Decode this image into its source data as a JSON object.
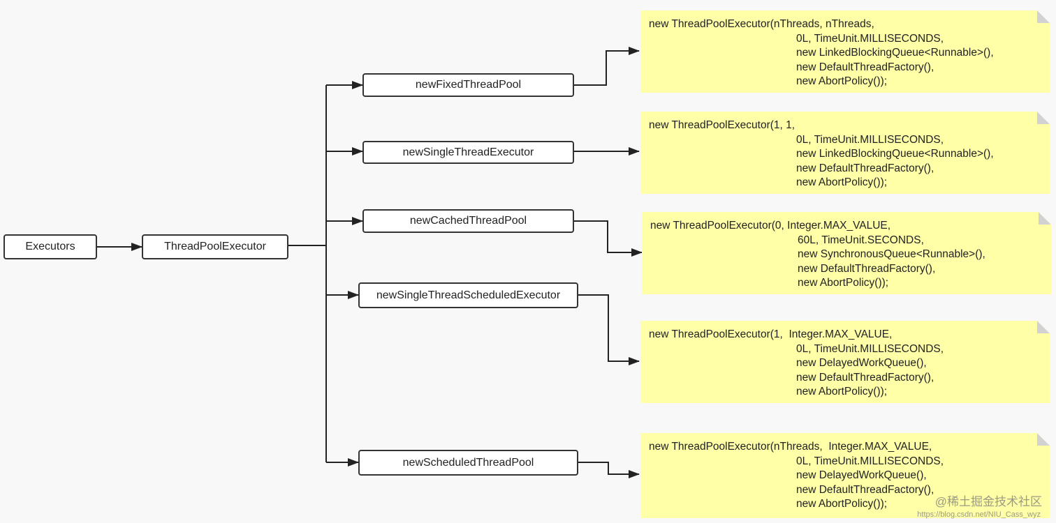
{
  "nodes": {
    "executors": "Executors",
    "thread_pool_executor": "ThreadPoolExecutor",
    "fixed": "newFixedThreadPool",
    "single": "newSingleThreadExecutor",
    "cached": "newCachedThreadPool",
    "single_scheduled": "newSingleThreadScheduledExecutor",
    "scheduled": "newScheduledThreadPool"
  },
  "notes": {
    "fixed": [
      "new ThreadPoolExecutor(nThreads, nThreads,",
      "0L, TimeUnit.MILLISECONDS,",
      "new LinkedBlockingQueue<Runnable>(),",
      "new DefaultThreadFactory(),",
      "new AbortPolicy());"
    ],
    "single": [
      "new ThreadPoolExecutor(1, 1,",
      "0L, TimeUnit.MILLISECONDS,",
      "new LinkedBlockingQueue<Runnable>(),",
      "new DefaultThreadFactory(),",
      "new AbortPolicy());"
    ],
    "cached": [
      "new ThreadPoolExecutor(0, Integer.MAX_VALUE,",
      "60L, TimeUnit.SECONDS,",
      "new SynchronousQueue<Runnable>(),",
      "new DefaultThreadFactory(),",
      "new AbortPolicy());"
    ],
    "single_scheduled": [
      "new ThreadPoolExecutor(1,  Integer.MAX_VALUE,",
      "0L, TimeUnit.MILLISECONDS,",
      "new DelayedWorkQueue(),",
      "new DefaultThreadFactory(),",
      "new AbortPolicy());"
    ],
    "scheduled": [
      "new ThreadPoolExecutor(nThreads,  Integer.MAX_VALUE,",
      "0L, TimeUnit.MILLISECONDS,",
      "new DelayedWorkQueue(),",
      "new DefaultThreadFactory(),",
      "new AbortPolicy());"
    ]
  },
  "watermark": {
    "main": "@稀土掘金技术社区",
    "url": "https://blog.csdn.net/NIU_Cass_wyz"
  }
}
